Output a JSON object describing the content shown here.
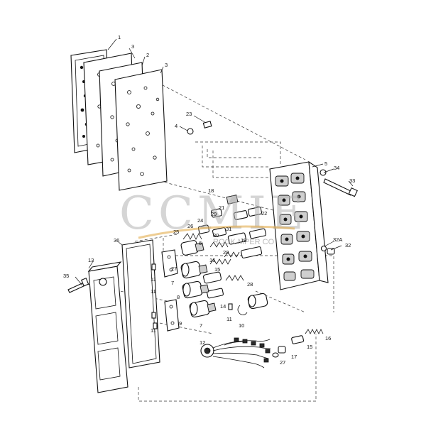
{
  "figure": {
    "callouts": {
      "c1": "1",
      "c2": "2",
      "c3a": "3",
      "c3b": "3",
      "c4": "4",
      "c5": "5",
      "c6": "6",
      "c7a": "7",
      "c7b": "7",
      "c8": "8",
      "c9": "9",
      "c10": "10",
      "c11a": "11",
      "c11b": "11",
      "c11c": "11",
      "c11d": "11",
      "c12": "12",
      "c13": "13",
      "c14": "14",
      "c15a": "15",
      "c15b": "15",
      "c16a": "16",
      "c16b": "16",
      "c17": "17",
      "c18": "18",
      "c19": "19",
      "c20": "20",
      "c21": "21",
      "c22": "22",
      "c23": "23",
      "c24": "24",
      "c25": "25",
      "c26": "26",
      "c27a": "27",
      "c27b": "27",
      "c28": "28",
      "c29": "29",
      "c30": "30",
      "c31": "31",
      "c32": "32",
      "c32a": "32A",
      "c33": "33",
      "c34": "34",
      "c35": "35",
      "c36": "36"
    },
    "watermark": {
      "logo_text": "CCMIE",
      "tagline": "ROCK MPER CO"
    },
    "colors": {
      "line": "#111111",
      "watermark": "#b4b4b4",
      "accent_swoosh": "#e0a43a"
    }
  }
}
